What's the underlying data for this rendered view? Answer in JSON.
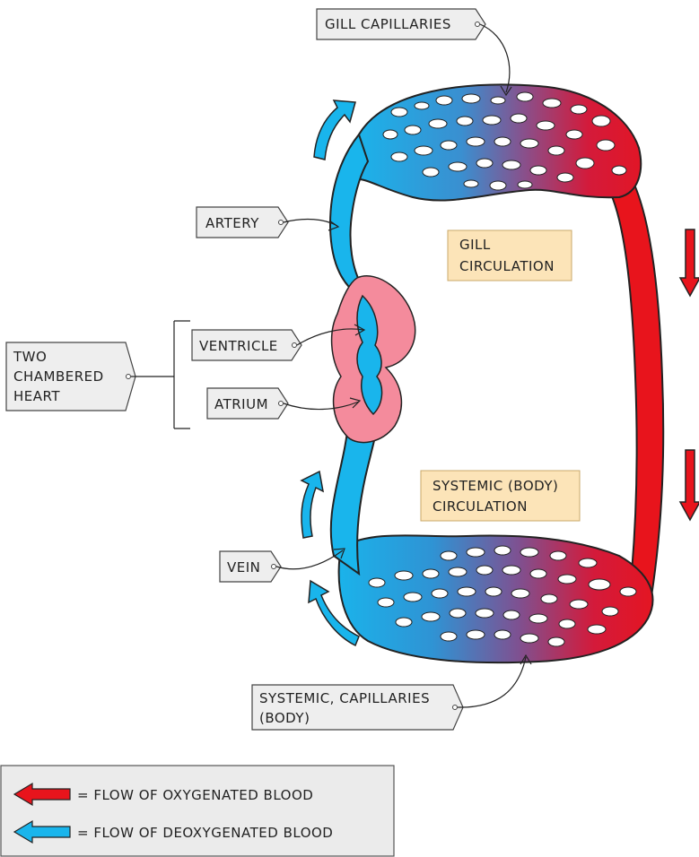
{
  "labels": {
    "gill_capillaries": "GILL  CAPILLARIES",
    "artery": "ARTERY",
    "ventricle": "VENTRICLE",
    "atrium": "ATRIUM",
    "vein": "VEIN",
    "two_chambered_heart": [
      "TWO",
      "CHAMBERED",
      "HEART"
    ],
    "systemic_capillaries": [
      "SYSTEMIC,  CAPILLARIES",
      "(BODY)"
    ]
  },
  "regions": {
    "gill_circulation": [
      "GILL",
      "CIRCULATION"
    ],
    "systemic_circulation": [
      "SYSTEMIC  (BODY)",
      "CIRCULATION"
    ]
  },
  "legend": {
    "oxygenated": "= FLOW  OF  OXYGENATED   BLOOD",
    "deoxygenated": "= FLOW  OF  DEOXYGENATED   BLOOD"
  },
  "colors": {
    "oxygenated": "#e8141c",
    "deoxygenated": "#19b5ec",
    "heart": "#f48b9c",
    "region_box": "#fce4b8",
    "tag": "#eeeeee"
  }
}
